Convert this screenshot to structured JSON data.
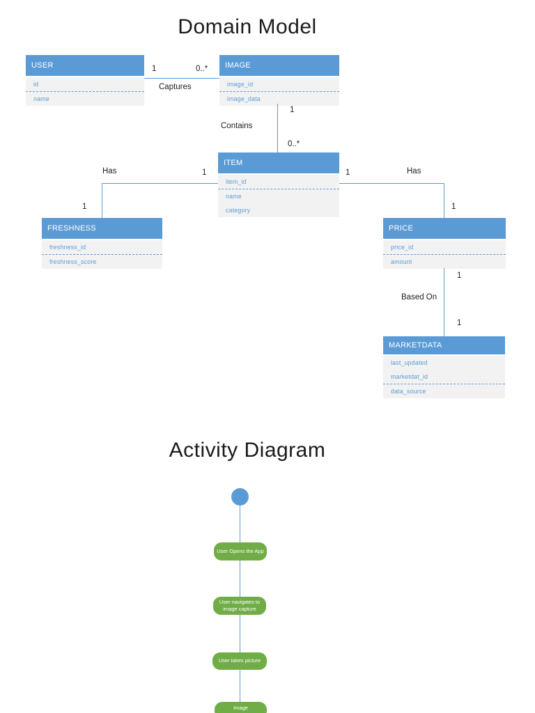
{
  "domain_model": {
    "title": "Domain Model",
    "entities": {
      "user": {
        "name": "USER",
        "fields": [
          "id",
          "name"
        ]
      },
      "image": {
        "name": "IMAGE",
        "fields": [
          "image_id",
          "image_data"
        ]
      },
      "item": {
        "name": "ITEM",
        "fields": [
          "item_id",
          "name",
          "category"
        ]
      },
      "freshness": {
        "name": "FRESHNESS",
        "fields": [
          "freshness_id",
          "freshness_score"
        ]
      },
      "price": {
        "name": "PRICE",
        "fields": [
          "price_id",
          "amount"
        ]
      },
      "marketdata": {
        "name": "MARKETDATA",
        "fields": [
          "last_updated",
          "marketdat_id",
          "data_source"
        ]
      }
    },
    "relationships": {
      "captures": {
        "label": "Captures",
        "from_mult": "1",
        "to_mult": "0..*"
      },
      "contains": {
        "label": "Contains",
        "from_mult": "1",
        "to_mult": "0..*"
      },
      "has_freshness": {
        "label": "Has",
        "from_mult": "1",
        "to_mult": "1"
      },
      "has_price": {
        "label": "Has",
        "from_mult": "1",
        "to_mult": "1"
      },
      "based_on": {
        "label": "Based On",
        "from_mult": "1",
        "to_mult": "1"
      }
    }
  },
  "activity_diagram": {
    "title": "Activity Diagram",
    "start_node": "start",
    "actions": [
      "User Opens the App",
      "User navigates to image capture",
      "User takes picture",
      "Image"
    ]
  },
  "colors": {
    "entity_header_blue": "#5b9bd5",
    "entity_body_gray": "#f2f2f2",
    "field_text_blue": "#5b9bd5",
    "connector_blue": "#5b9bd5",
    "action_green": "#70ad47",
    "title_black": "#1a1a1a"
  }
}
